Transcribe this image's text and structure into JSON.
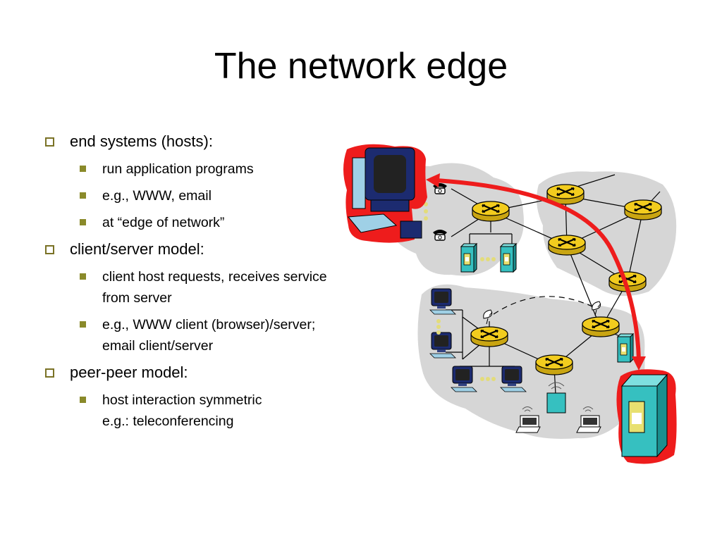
{
  "slide": {
    "title": "The network edge",
    "bullets": [
      {
        "text": "end systems (hosts):",
        "sub": [
          "run application programs",
          "e.g., WWW, email",
          "at “edge of network”"
        ]
      },
      {
        "text": "client/server model:",
        "sub": [
          "client host requests, receives service from server",
          "e.g., WWW client (browser)/server; email client/server"
        ]
      },
      {
        "text": "peer-peer model:",
        "sub": [
          "host interaction symmetric\n   e.g.: teleconferencing"
        ]
      }
    ]
  },
  "colors": {
    "highlight_red": "#ee1c1c",
    "router_yellow": "#f2cc1e",
    "network_gray": "#d6d6d6",
    "server_teal": "#36c0c0",
    "bullet_olive": "#8a8a2a"
  }
}
